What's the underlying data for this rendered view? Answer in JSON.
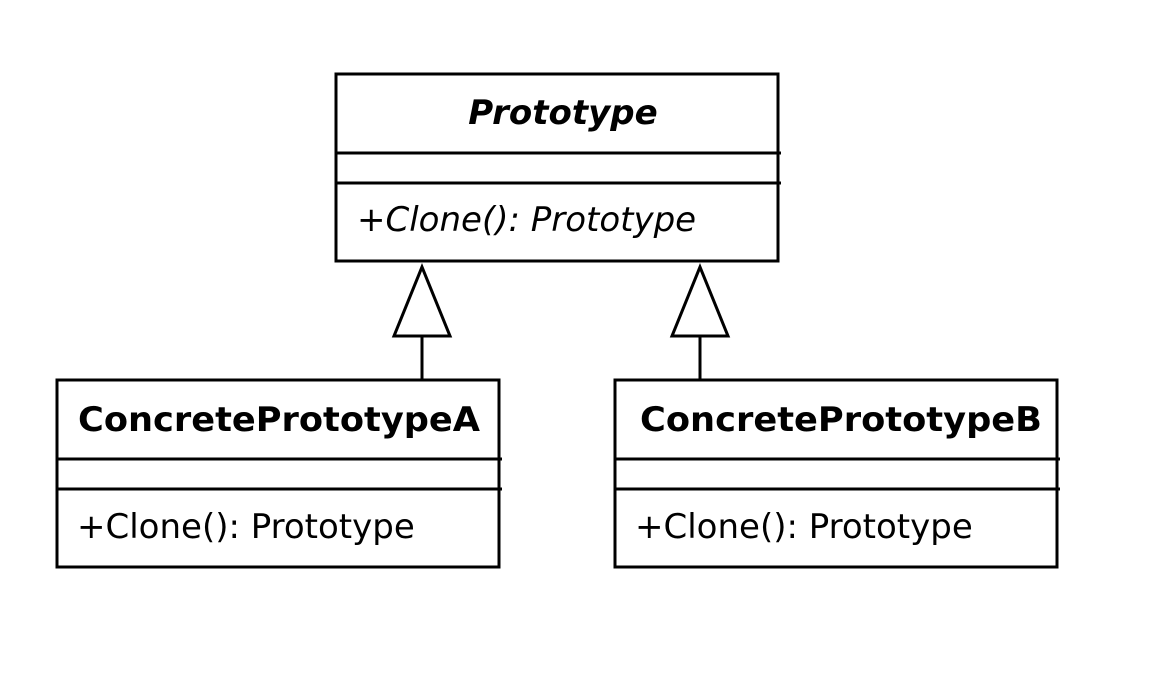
{
  "diagram": {
    "type": "uml-class",
    "classes": {
      "prototype": {
        "name": "Prototype",
        "abstract": true,
        "attributes": [],
        "operations": [
          "+Clone(): Prototype"
        ]
      },
      "concrete_a": {
        "name": "ConcretePrototypeA",
        "abstract": false,
        "attributes": [],
        "operations": [
          "+Clone(): Prototype"
        ]
      },
      "concrete_b": {
        "name": "ConcretePrototypeB",
        "abstract": false,
        "attributes": [],
        "operations": [
          "+Clone(): Prototype"
        ]
      }
    },
    "relationships": [
      {
        "type": "generalization",
        "from": "ConcretePrototypeA",
        "to": "Prototype"
      },
      {
        "type": "generalization",
        "from": "ConcretePrototypeB",
        "to": "Prototype"
      }
    ]
  }
}
